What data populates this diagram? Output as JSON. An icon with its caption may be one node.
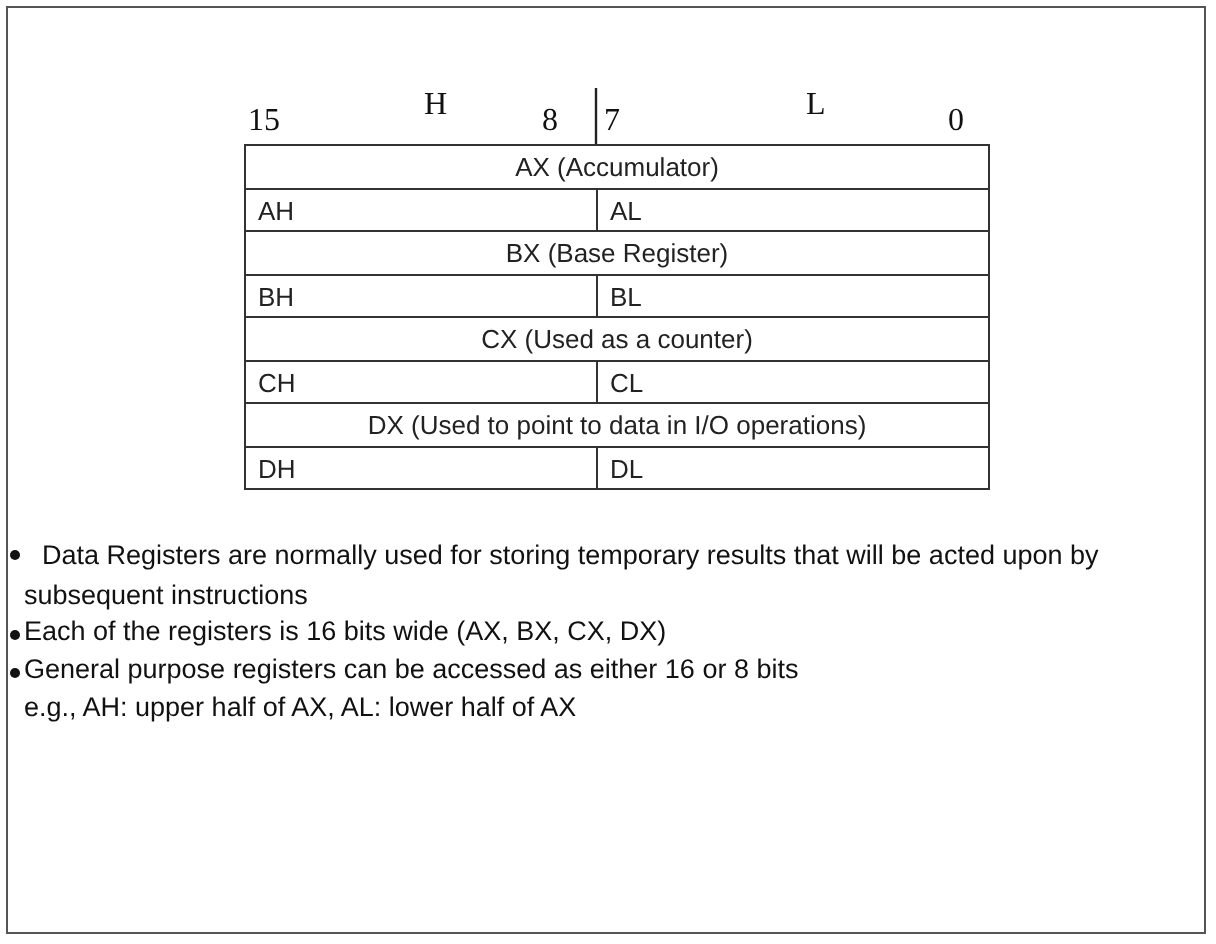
{
  "diagram": {
    "labels": [
      "15",
      "H",
      "8",
      "7",
      "L",
      "0",
      "AX (Accumulator)",
      "AH",
      "AL",
      "BX (Base Register)",
      "BH",
      "BL",
      "CX (Used as a counter)",
      "CH",
      "CL",
      "DX (Used to point to data in I/O operations)",
      "DH",
      "DL",
      "Data Registers are normally used for storing temporary results that will be acted upon by subsequent instructions",
      "Each of the registers is 16 bits wide (AX, BX, CX, DX)",
      "General purpose registers can be accessed as either 16 or 8 bits",
      "e.g., AH: upper half of AX, AL: lower half of AX"
    ]
  }
}
